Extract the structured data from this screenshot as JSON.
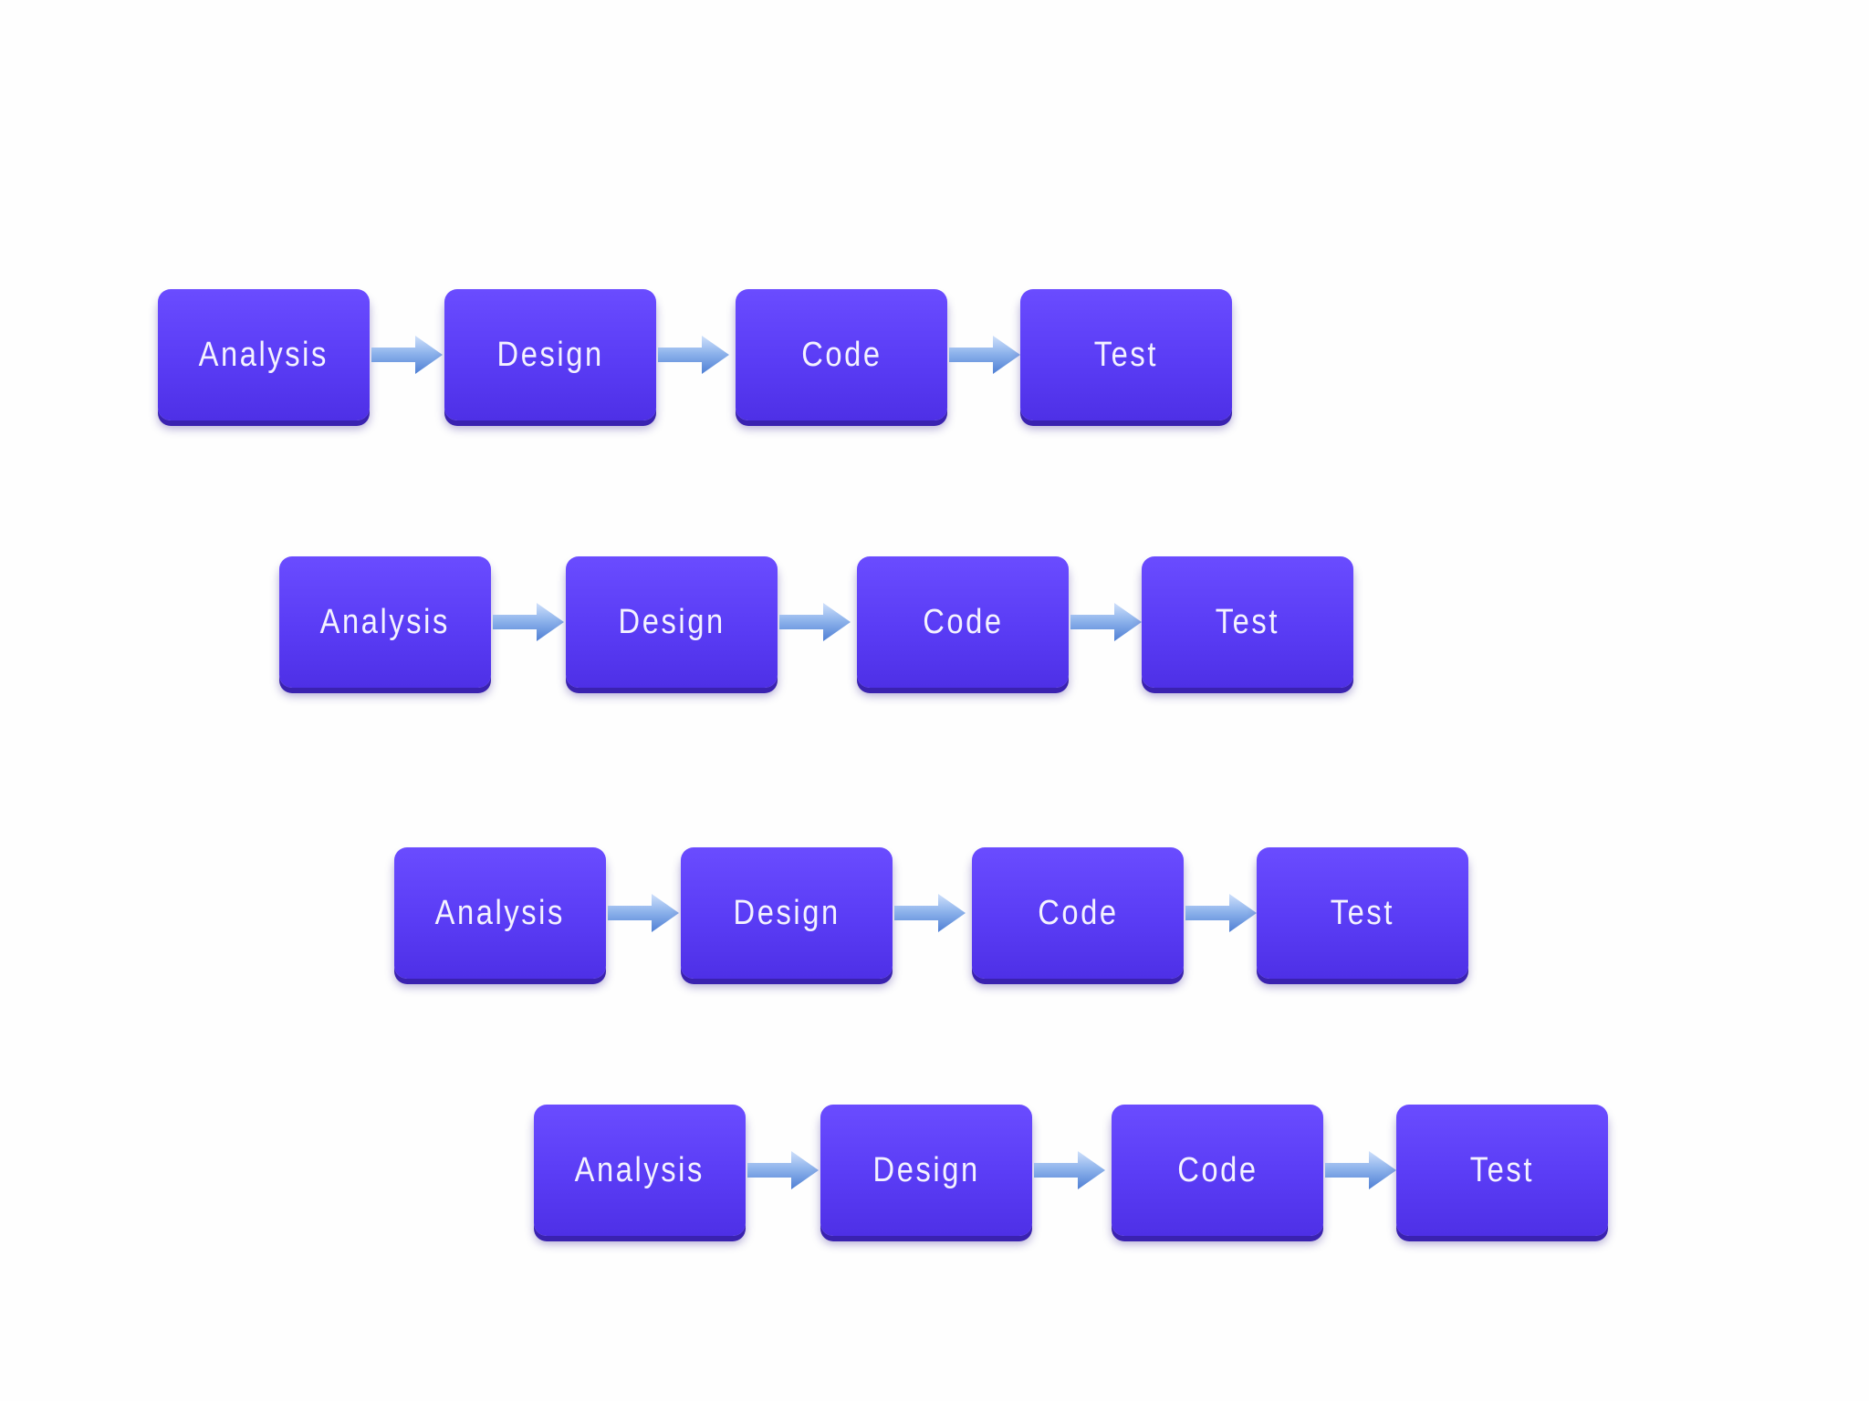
{
  "diagram": {
    "rows": [
      {
        "steps": [
          "Analysis",
          "Design",
          "Code",
          "Test"
        ]
      },
      {
        "steps": [
          "Analysis",
          "Design",
          "Code",
          "Test"
        ]
      },
      {
        "steps": [
          "Analysis",
          "Design",
          "Code",
          "Test"
        ]
      },
      {
        "steps": [
          "Analysis",
          "Design",
          "Code",
          "Test"
        ]
      }
    ]
  },
  "colors": {
    "box_fill": "#5a3cf5",
    "box_shadow": "#3a22b0",
    "arrow": "#7fa8e8",
    "background": "#ffffff"
  },
  "icons": {
    "connector": "arrow-right-icon"
  }
}
